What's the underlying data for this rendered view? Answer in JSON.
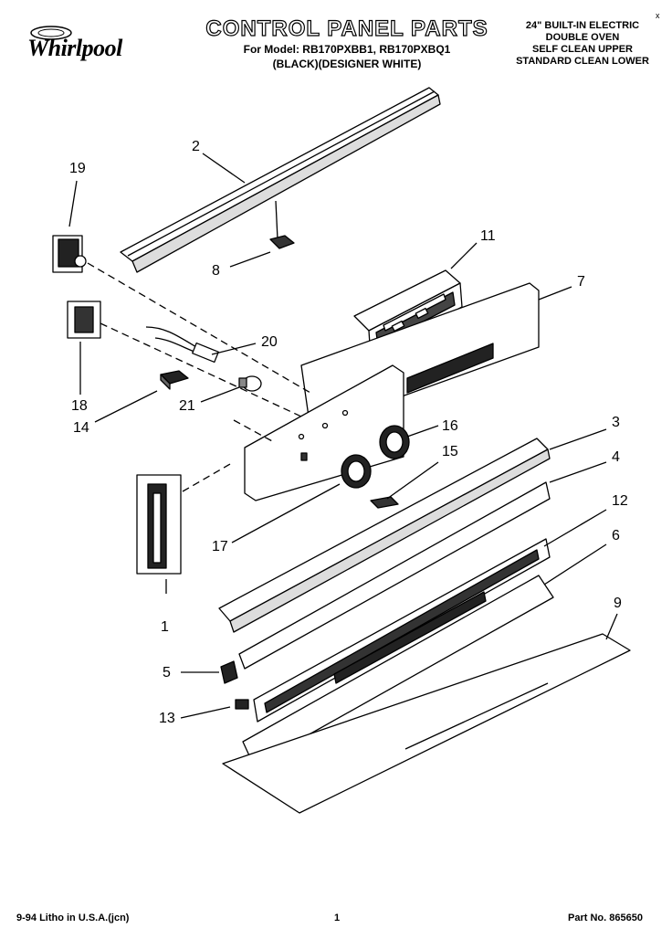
{
  "header": {
    "brand": "Whirlpool",
    "title": "CONTROL PANEL PARTS",
    "model_line1": "For Model: RB170PXBB1, RB170PXBQ1",
    "model_line2": "(BLACK)(DESIGNER WHITE)",
    "desc_lines": [
      "24\" BUILT-IN ELECTRIC",
      "DOUBLE OVEN",
      "SELF CLEAN UPPER",
      "STANDARD CLEAN LOWER"
    ],
    "corner_mark": "x"
  },
  "callouts": {
    "c1": "1",
    "c2": "2",
    "c3": "3",
    "c4": "4",
    "c5": "5",
    "c6": "6",
    "c7": "7",
    "c8": "8",
    "c9": "9",
    "c11": "11",
    "c12": "12",
    "c13": "13",
    "c14": "14",
    "c15": "15",
    "c16": "16",
    "c17": "17",
    "c18": "18",
    "c19": "19",
    "c20": "20",
    "c21": "21"
  },
  "footer": {
    "litho": "9-94 Litho in U.S.A.(jcn)",
    "page": "1",
    "part_no": "Part No. 865650"
  }
}
